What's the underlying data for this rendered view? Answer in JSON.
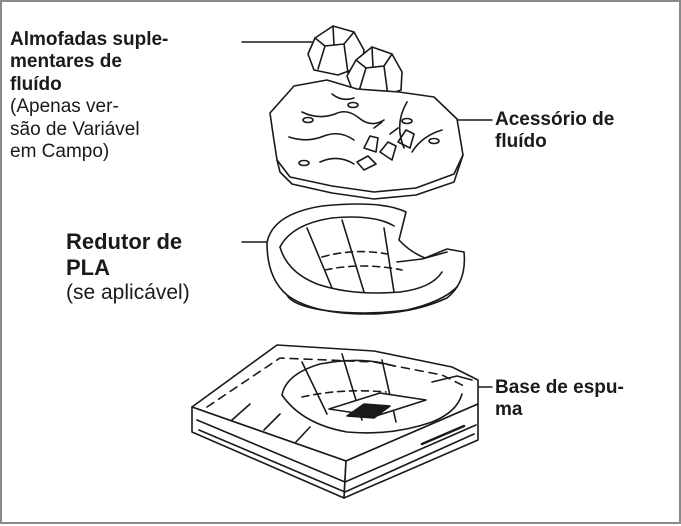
{
  "labels": {
    "almofadas": {
      "title_lines": [
        "Almofadas suple-",
        "mentares de",
        "fluído"
      ],
      "note_lines": [
        "(Apenas ver-",
        "são de Variável",
        "em Campo)"
      ]
    },
    "acessorio": {
      "title_lines": [
        "Acessório de",
        "fluído"
      ]
    },
    "redutor": {
      "title_lines": [
        "Redutor de",
        "PLA"
      ],
      "note_lines": [
        "(se aplicável)"
      ]
    },
    "base": {
      "title_lines": [
        "Base de espu-",
        "ma"
      ]
    }
  },
  "colors": {
    "line": "#1a1a1a",
    "frame": "#8a8a8a",
    "background": "#ffffff"
  }
}
